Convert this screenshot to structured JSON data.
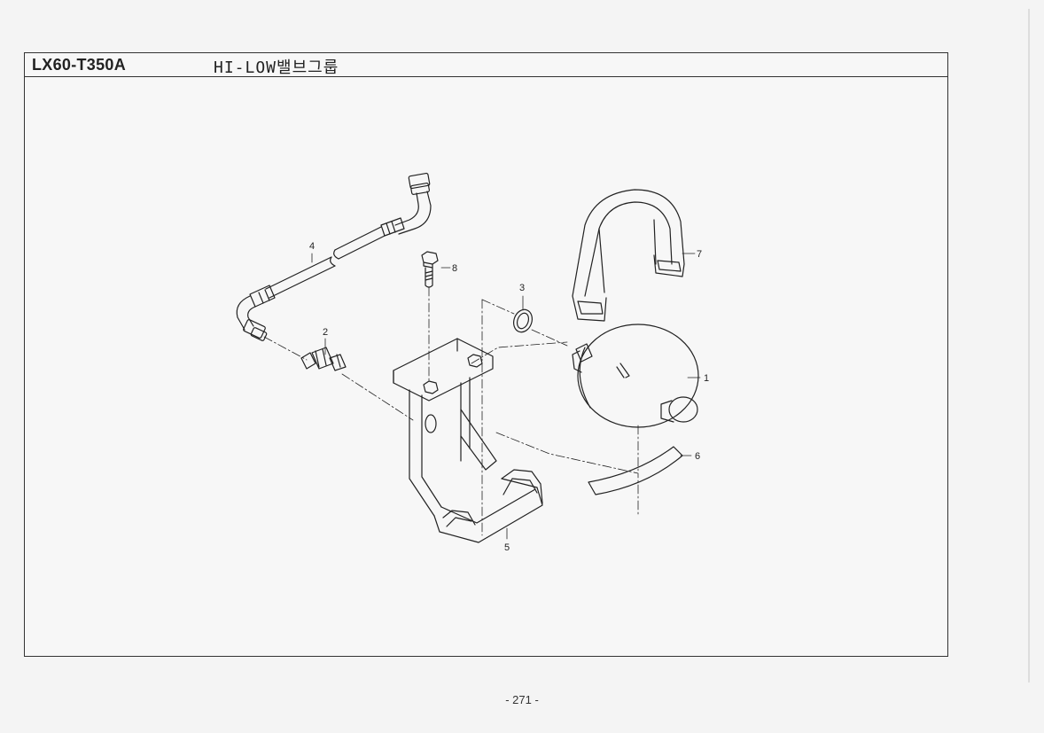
{
  "header": {
    "model_code": "LX60-T350A",
    "group_title": "HI-LOW밸브그룹"
  },
  "footer": {
    "page_number": "- 271 -"
  },
  "callouts": [
    {
      "id": "callout-1",
      "label": "1"
    },
    {
      "id": "callout-2",
      "label": "2"
    },
    {
      "id": "callout-3",
      "label": "3"
    },
    {
      "id": "callout-4",
      "label": "4"
    },
    {
      "id": "callout-5",
      "label": "5"
    },
    {
      "id": "callout-6",
      "label": "6"
    },
    {
      "id": "callout-7",
      "label": "7"
    },
    {
      "id": "callout-8",
      "label": "8"
    }
  ]
}
